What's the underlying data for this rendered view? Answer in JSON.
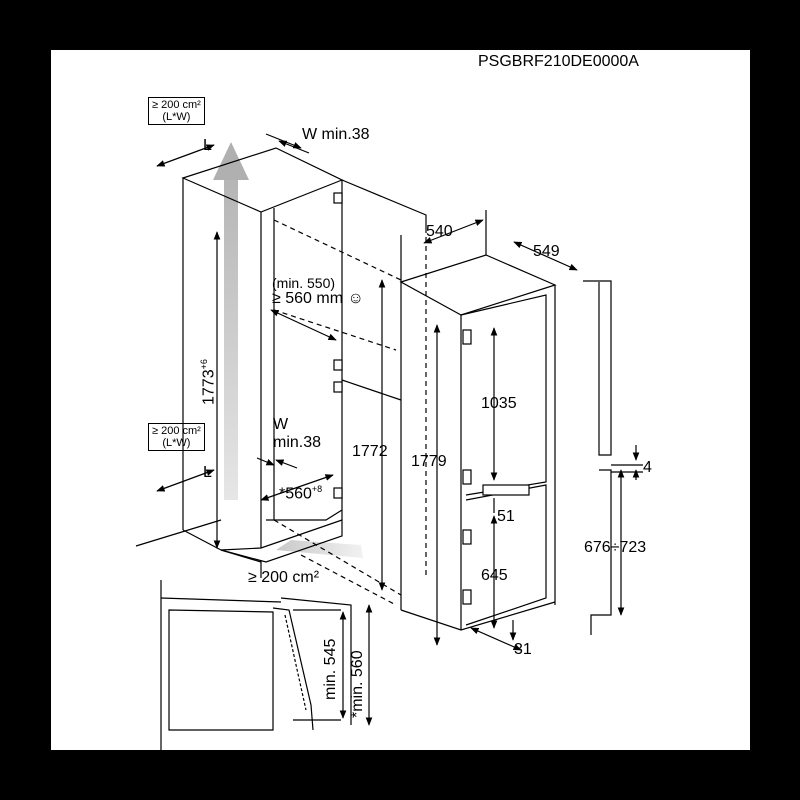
{
  "diagram": {
    "code": "PSGBRF210DE0000A",
    "vent_top": {
      "area": "≥ 200 cm²",
      "dims": "(L*W)"
    },
    "vent_bottom": {
      "area": "≥ 200 cm²",
      "dims": "(L*W)"
    },
    "cabinet": {
      "top_L": "L",
      "top_W": "W min.38",
      "bottom_L": "L",
      "bottom_W_letter": "W",
      "bottom_W_value": "min.38",
      "niche_height": "1773",
      "niche_height_tol": "+6",
      "depth_min": "(min. 550)",
      "depth_rec": "≥ 560 mm ☺",
      "width": "*560",
      "width_tol": "+8",
      "floor_vent": "≥ 200 cm²"
    },
    "appliance": {
      "width": "540",
      "depth": "549",
      "height_total": "1772",
      "height_body": "1779",
      "fridge_height": "1035",
      "freezer_height": "645",
      "gap": "51",
      "base": "31"
    },
    "door": {
      "gap": "4",
      "range": "676÷723"
    },
    "section": {
      "inner_depth": "min. 545",
      "outer_depth": "*min. 560"
    }
  }
}
